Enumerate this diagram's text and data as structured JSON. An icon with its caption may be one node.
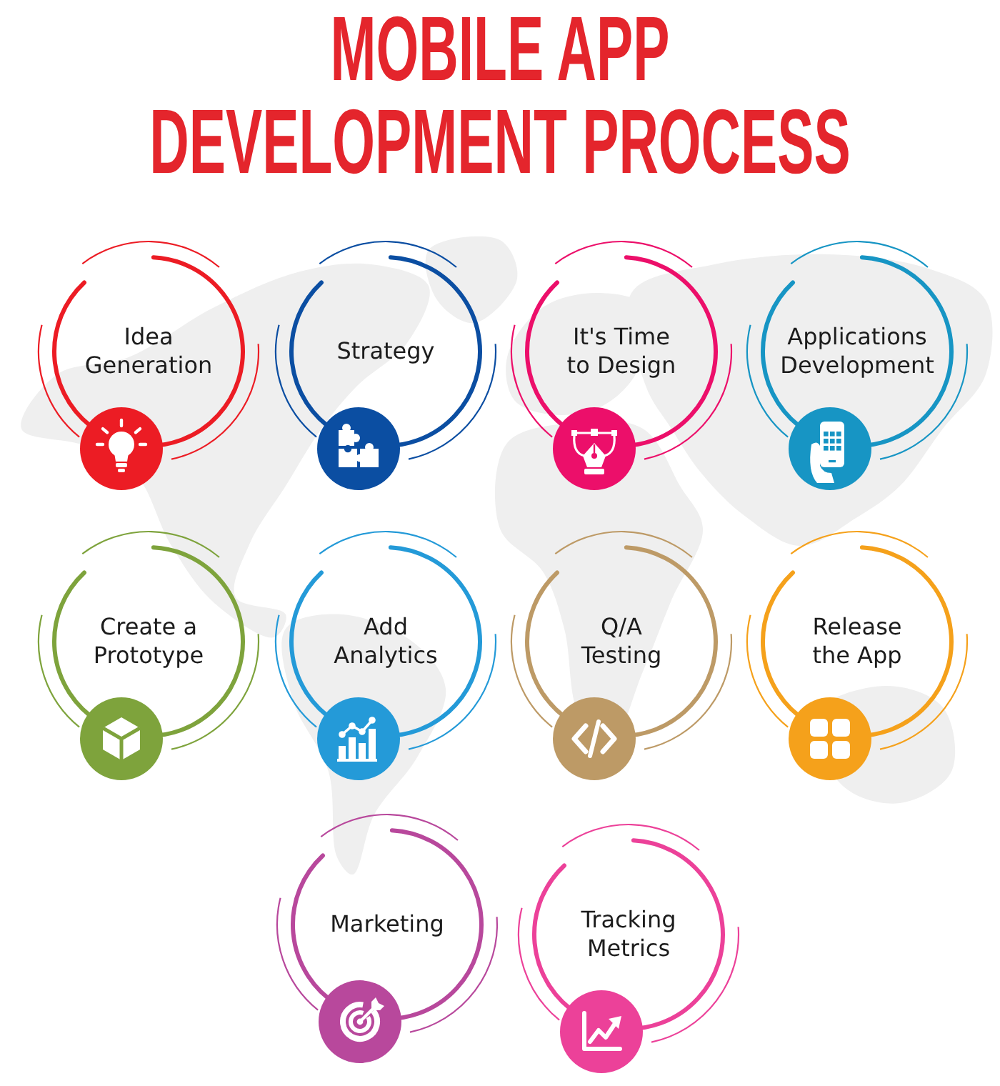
{
  "diagram": {
    "title": "MOBILE APP DEVELOPMENT PROCESS",
    "nodes": [
      {
        "text": [
          "Idea Generation"
        ]
      },
      {
        "text": [
          "Strategy"
        ]
      },
      {
        "text": [
          "It's Time to Design"
        ]
      },
      {
        "text": [
          "Applications Development"
        ]
      },
      {
        "text": [
          "Create a Prototype"
        ]
      },
      {
        "text": [
          "Add Analytics"
        ]
      },
      {
        "text": [
          "Q/A Testing"
        ]
      },
      {
        "text": [
          "Release the App"
        ]
      },
      {
        "text": [
          "Marketing"
        ]
      },
      {
        "text": [
          "Tracking Metrics"
        ]
      }
    ]
  }
}
